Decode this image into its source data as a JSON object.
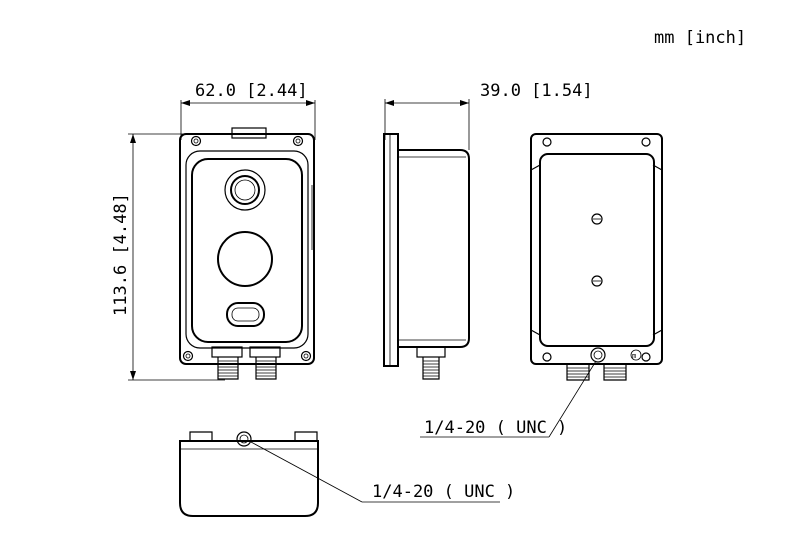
{
  "unit_label": "mm [inch]",
  "dimensions": {
    "width": "62.0 [2.44]",
    "depth": "39.0 [1.54]",
    "height": "113.6 [4.48]"
  },
  "callouts": {
    "back_mount": "1/4-20 ( UNC )",
    "bottom_mount": "1/4-20 ( UNC )"
  }
}
